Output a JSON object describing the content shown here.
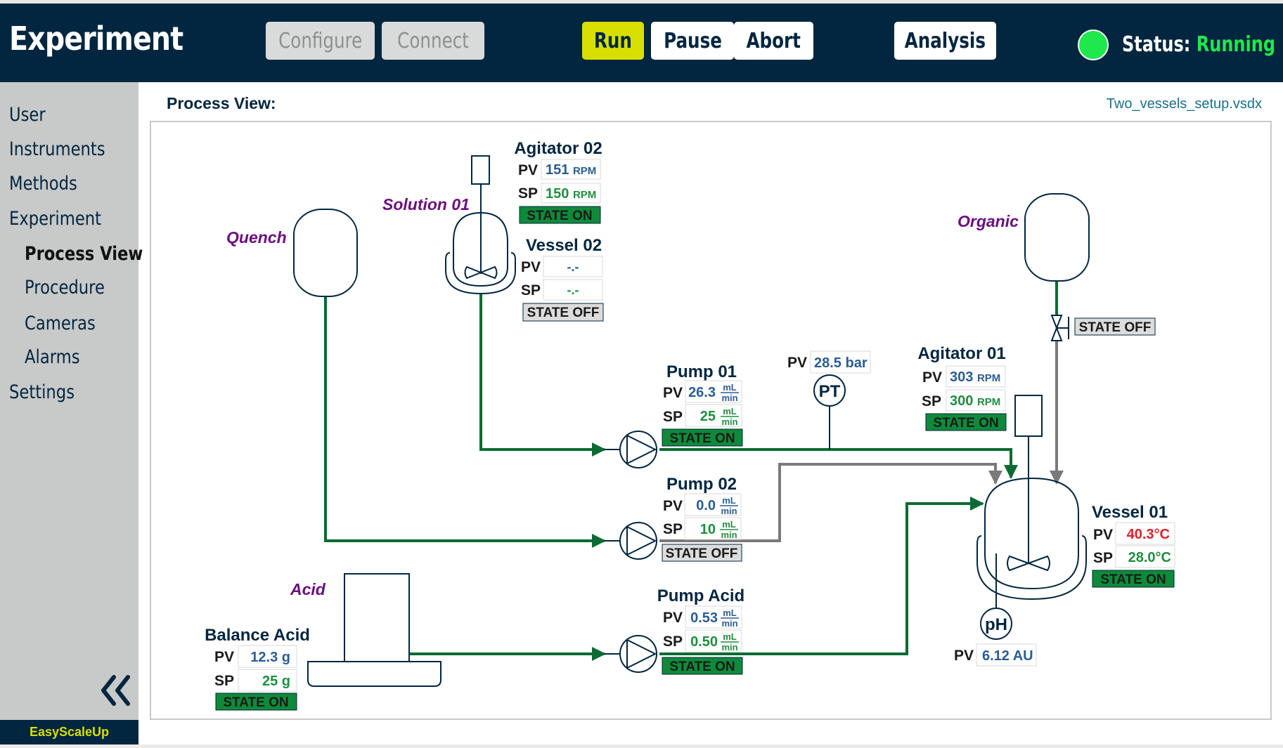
{
  "header": {
    "title": "Experiment",
    "buttons": {
      "configure": "Configure",
      "connect": "Connect",
      "run": "Run",
      "pause": "Pause",
      "abort": "Abort",
      "analysis": "Analysis"
    },
    "status_label": "Status:",
    "status_value": "Running",
    "status_color": "#1ee84c"
  },
  "sidebar": {
    "items": [
      {
        "label": "User",
        "level": "top"
      },
      {
        "label": "Instruments",
        "level": "top"
      },
      {
        "label": "Methods",
        "level": "top"
      },
      {
        "label": "Experiment",
        "level": "top"
      },
      {
        "label": "Process View",
        "level": "sub",
        "active": true
      },
      {
        "label": "Procedure",
        "level": "sub"
      },
      {
        "label": "Cameras",
        "level": "sub"
      },
      {
        "label": "Alarms",
        "level": "sub"
      },
      {
        "label": "Settings",
        "level": "top"
      }
    ],
    "collapse_icon": "double-chevron-left-icon",
    "brand": "EasyScaleUp"
  },
  "main": {
    "title": "Process View:",
    "file_name": "Two_vessels_setup.vsdx"
  },
  "diagram": {
    "pv": "PV",
    "sp": "SP",
    "mL": "mL",
    "min": "min",
    "rpm": "RPM",
    "tanks": {
      "quench": "Quench",
      "solution01": "Solution 01",
      "organic": "Organic",
      "acid": "Acid"
    },
    "agitator02": {
      "name": "Agitator 02",
      "pv": "151",
      "sp": "150",
      "state": "STATE ON"
    },
    "vessel02": {
      "name": "Vessel 02",
      "pv": "-.-",
      "sp": "-.-",
      "state": "STATE OFF"
    },
    "pump01": {
      "name": "Pump 01",
      "pv": "26.3",
      "sp": "25",
      "state": "STATE ON"
    },
    "pump02": {
      "name": "Pump 02",
      "pv": "0.0",
      "sp": "10",
      "state": "STATE OFF"
    },
    "pump_acid": {
      "name": "Pump Acid",
      "pv": "0.53",
      "sp": "0.50",
      "state": "STATE ON"
    },
    "pressure": {
      "symbol": "PT",
      "pv": "28.5 bar"
    },
    "agitator01": {
      "name": "Agitator 01",
      "pv": "303",
      "sp": "300",
      "state": "STATE ON"
    },
    "organic_valve": {
      "state": "STATE OFF"
    },
    "vessel01": {
      "name": "Vessel 01",
      "pv": "40.3°C",
      "sp": "28.0°C",
      "state": "STATE ON"
    },
    "ph": {
      "symbol": "pH",
      "pv": "6.12 AU"
    },
    "balance_acid": {
      "name": "Balance Acid",
      "pv": "12.3 g",
      "sp": "25 g",
      "state": "STATE ON"
    }
  },
  "colors": {
    "navy": "#02263f",
    "state_on": "#0e8a3a",
    "state_off": "#dcdcdc",
    "pv_value": "#2a5d94",
    "sp_value": "#1e8e3e",
    "alarm_value": "#e0202a",
    "label_purple": "#6b0f80",
    "pipe_green": "#0b6b32",
    "pipe_gray": "#7a7a7a"
  }
}
